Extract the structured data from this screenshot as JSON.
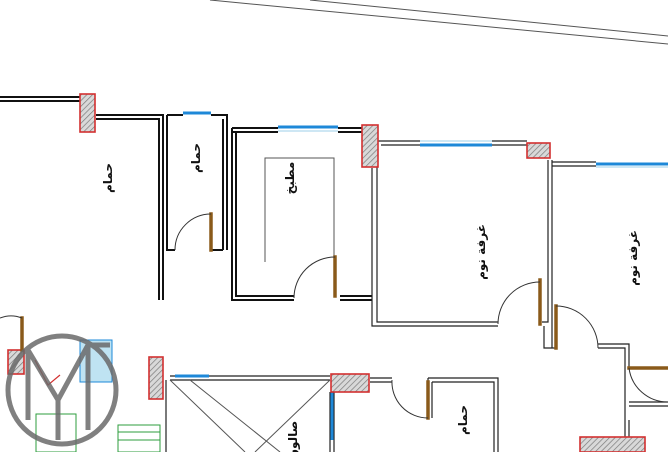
{
  "rooms": {
    "hammam_1": "حمام",
    "hammam_2": "حمام",
    "matbakh": "مطبخ",
    "ghurfat_nawm_1": "غرفة نوم",
    "ghurfat_nawm_2": "غرفة نوم",
    "hammam_3": "حمام",
    "salon": "صالون"
  },
  "colors": {
    "wall": "#111111",
    "window": "#1e88d8",
    "column_outline": "#d23030",
    "door_leaf": "#8a5a1a",
    "logo": "#6a6a6a"
  },
  "icons": {
    "watermark": "m-logo-icon"
  }
}
